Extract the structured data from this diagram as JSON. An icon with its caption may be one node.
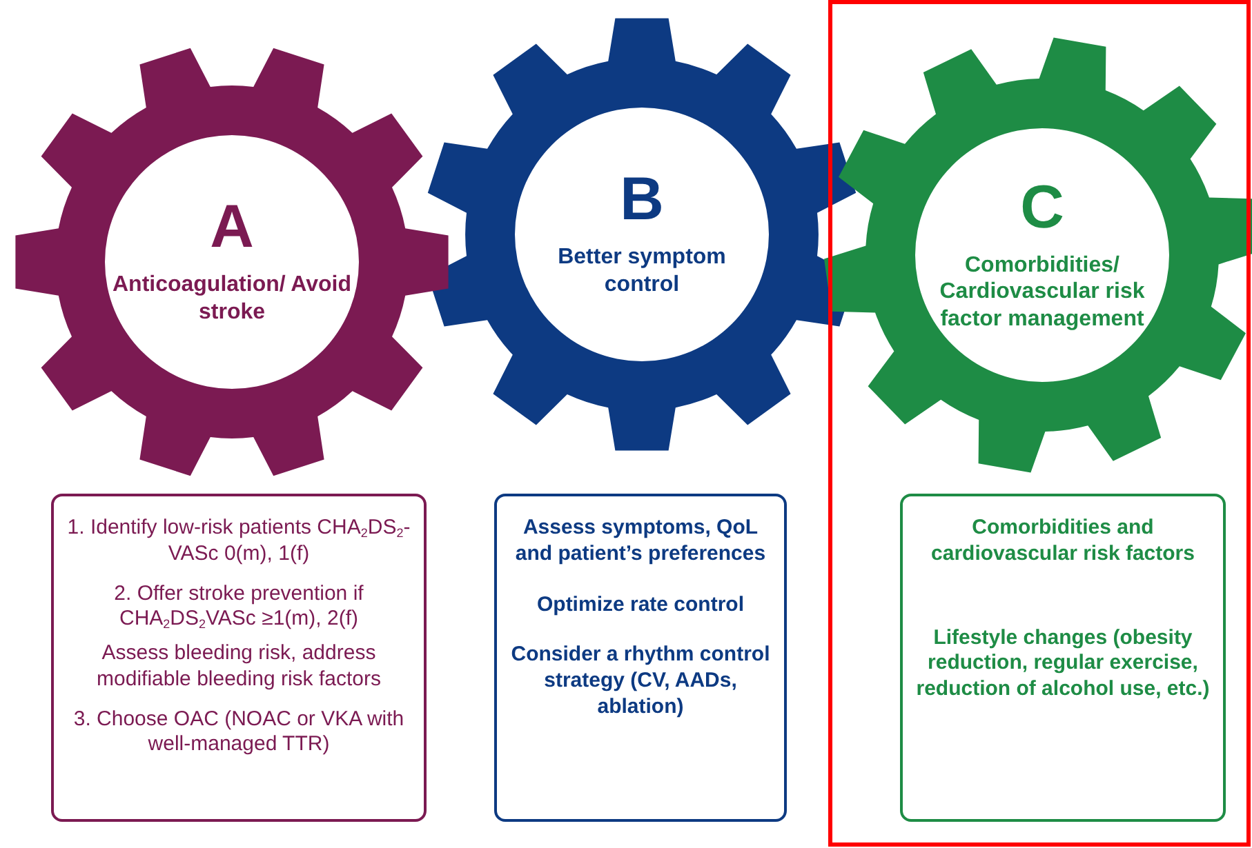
{
  "diagram": {
    "nodes": [
      {
        "text": [
          "A",
          "Anticoagulation/ Avoid stroke"
        ]
      },
      {
        "text": [
          "B",
          "Better symptom control"
        ]
      },
      {
        "text": [
          "C",
          "Comorbidities/ Cardiovascular risk factor management"
        ]
      },
      {
        "text": [
          "1. Identify low-risk patients CHA$_{2}$DS$_{2}$-VASc 0(m), 1(f)",
          "2. Offer stroke prevention if CHA$_{2}$DS$_{2}$VASc ≥1(m), 2(f)",
          "Assess bleeding risk, address modifiable bleeding risk factors",
          "3. Choose OAC (NOAC or VKA with well-managed TTR)"
        ]
      },
      {
        "text": [
          "Assess symptoms, QoL and patient’s preferences",
          "Optimize rate control",
          "Consider a rhythm control strategy (CV, AADs, ablation)"
        ]
      },
      {
        "text": [
          "Comorbidities and cardiovascular risk factors",
          "Lifestyle changes (obesity reduction, regular exercise, reduction of alcohol use, etc.)"
        ]
      }
    ]
  }
}
